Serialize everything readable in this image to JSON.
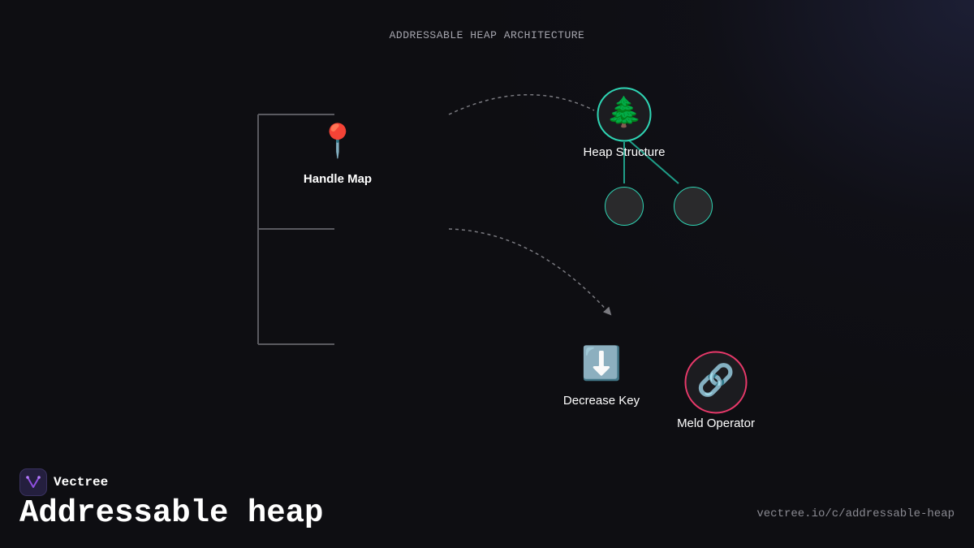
{
  "caption": "ADDRESSABLE HEAP ARCHITECTURE",
  "nodes": {
    "handle_map": {
      "label": "Handle Map",
      "icon": "pushpin",
      "glyph": "📍"
    },
    "heap_structure": {
      "label": "Heap Structure",
      "icon": "evergreen-tree",
      "glyph": "🌲"
    },
    "decrease_key": {
      "label": "Decrease Key",
      "icon": "down-arrow",
      "glyph": "⬇️"
    },
    "meld_operator": {
      "label": "Meld Operator",
      "icon": "link",
      "glyph": "🔗"
    }
  },
  "colors": {
    "teal": "#2fd5b4",
    "pink": "#e8396a",
    "bracket": "#5a5a60",
    "connector": "#7a7a80"
  },
  "brand": {
    "name": "Vectree",
    "logo_icon": "vectree-logo"
  },
  "title": "Addressable heap",
  "url": "vectree.io/c/addressable-heap"
}
